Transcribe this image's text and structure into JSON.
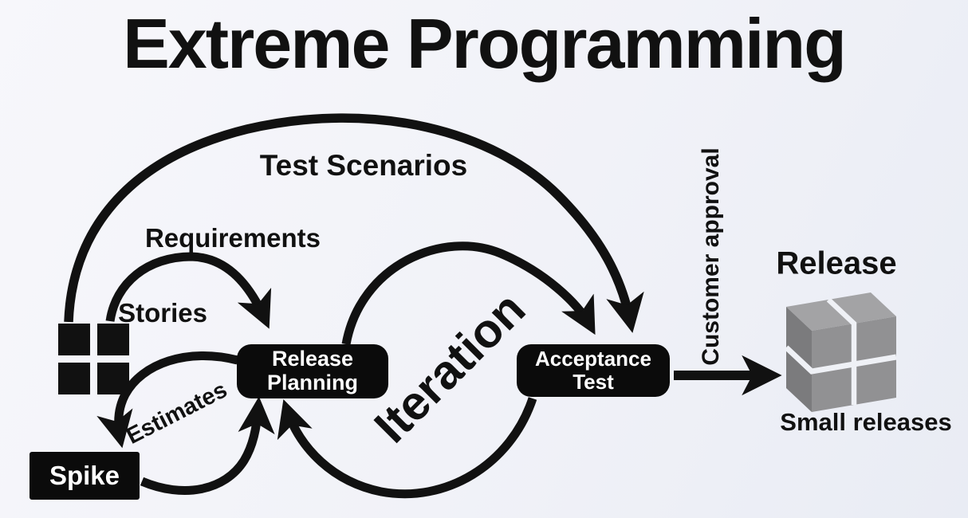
{
  "title": "Extreme Programming",
  "labels": {
    "test_scenarios": "Test Scenarios",
    "requirements": "Requirements",
    "stories": "Stories",
    "estimates": "Estimates",
    "iteration": "Iteration",
    "customer_approval": "Customer approval",
    "release": "Release",
    "small_releases": "Small releases"
  },
  "nodes": {
    "release_planning": {
      "line1": "Release",
      "line2": "Planning"
    },
    "acceptance_test": {
      "line1": "Acceptance",
      "line2": "Test"
    },
    "spike": {
      "label": "Spike"
    }
  },
  "colors": {
    "ink": "#111111",
    "box_fill": "#0b0b0b",
    "box_text": "#ffffff",
    "cube_top": "#a3a3a5",
    "cube_front": "#919193",
    "cube_left": "#7b7b7d",
    "cube_gap": "#eff1f6",
    "background_start": "#f7f7fb",
    "background_end": "#e9ecf4"
  }
}
